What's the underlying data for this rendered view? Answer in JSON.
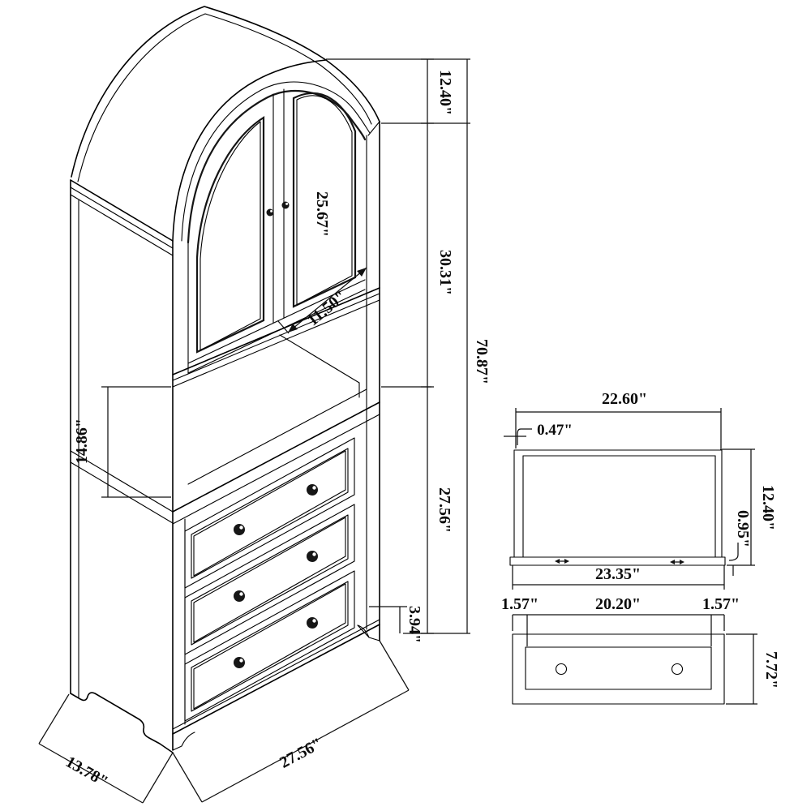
{
  "drawing": {
    "type": "furniture-dimension-diagram",
    "subject": "arched-top cabinet hutch with glass doors and three drawers",
    "units": "inches",
    "line_color": "#000000",
    "background_color": "#ffffff"
  },
  "main": {
    "arch_height": "12.40\"",
    "door_height": "25.67\"",
    "hutch_height": "30.31\"",
    "shelf_depth": "11.50\"",
    "overall_height": "70.87\"",
    "open_shelf_height": "14.86\"",
    "base_height": "27.56\"",
    "leg_height": "3.94\"",
    "depth": "13.78\"",
    "width": "27.56\""
  },
  "shelf_detail": {
    "inner_width": "22.60\"",
    "side_thickness": "0.47\"",
    "inner_height": "12.40\"",
    "shelf_thickness": "0.95\"",
    "outer_width": "23.35\""
  },
  "drawer_detail": {
    "left_offset": "1.57\"",
    "center_width": "20.20\"",
    "right_offset": "1.57\"",
    "height": "7.72\""
  }
}
